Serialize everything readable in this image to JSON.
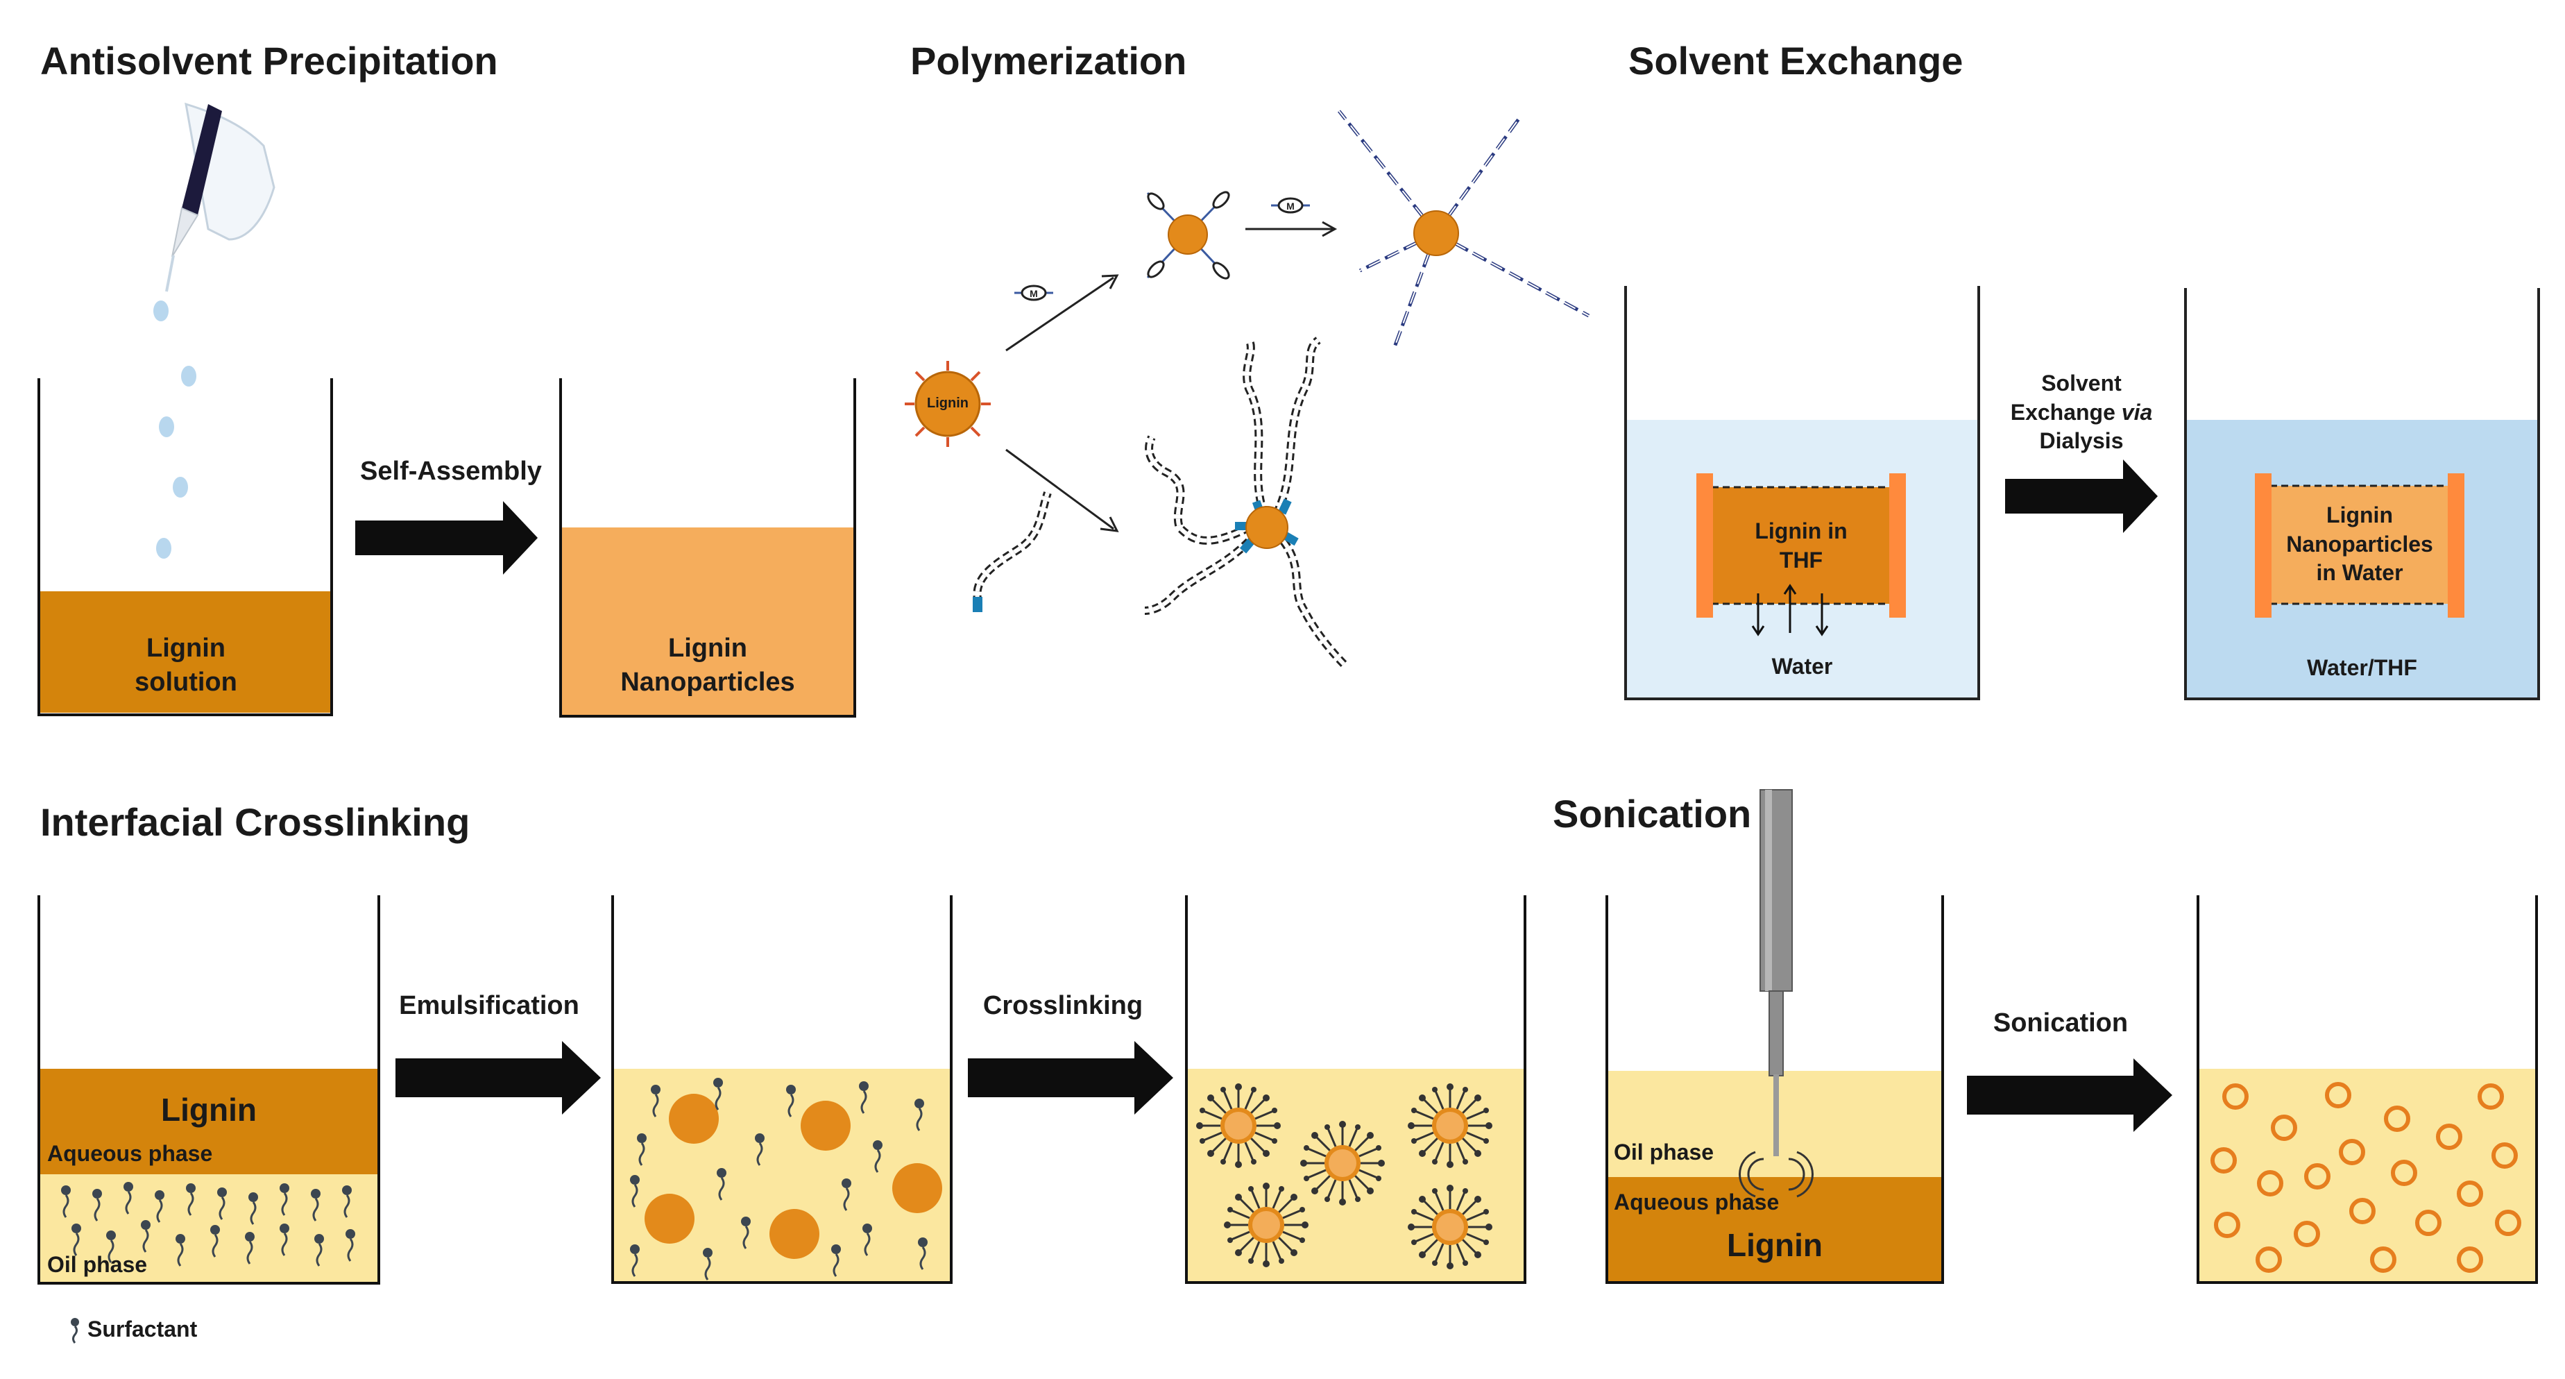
{
  "titles": {
    "antisolvent": "Antisolvent Precipitation",
    "polymerization": "Polymerization",
    "solvent_exchange": "Solvent Exchange",
    "interfacial": "Interfacial Crosslinking",
    "sonication": "Sonication"
  },
  "antisolvent": {
    "solution_line1": "Lignin",
    "solution_line2": "solution",
    "arrow": "Self-Assembly",
    "product_line1": "Lignin",
    "product_line2": "Nanoparticles"
  },
  "polymerization": {
    "core_label": "Lignin"
  },
  "solvent_exchange": {
    "arrow_line1": "Solvent",
    "arrow_line2a": "Exchange ",
    "arrow_line2b": "via",
    "arrow_line3": "Dialysis",
    "bag1_line1": "Lignin in",
    "bag1_line2": "THF",
    "bath1": "Water",
    "bag2_line1": "Lignin",
    "bag2_line2": "Nanoparticles",
    "bag2_line3": "in Water",
    "bath2": "Water/THF"
  },
  "interfacial": {
    "lignin": "Lignin",
    "aqueous": "Aqueous phase",
    "oil": "Oil phase",
    "emulsification": "Emulsification",
    "crosslinking": "Crosslinking",
    "surfactant": "Surfactant"
  },
  "sonication": {
    "oil": "Oil phase",
    "aqueous": "Aqueous phase",
    "lignin": "Lignin",
    "arrow": "Sonication"
  },
  "colors": {
    "lignin_dark": "#d4840c",
    "lignin_light": "#f5ad5c",
    "oil_yellow": "#fbe79f",
    "water_light": "#dfeef9",
    "water_blue": "#bcdaf0",
    "droplet": "#b8d7ee",
    "orange_core": "#e38a1b"
  }
}
